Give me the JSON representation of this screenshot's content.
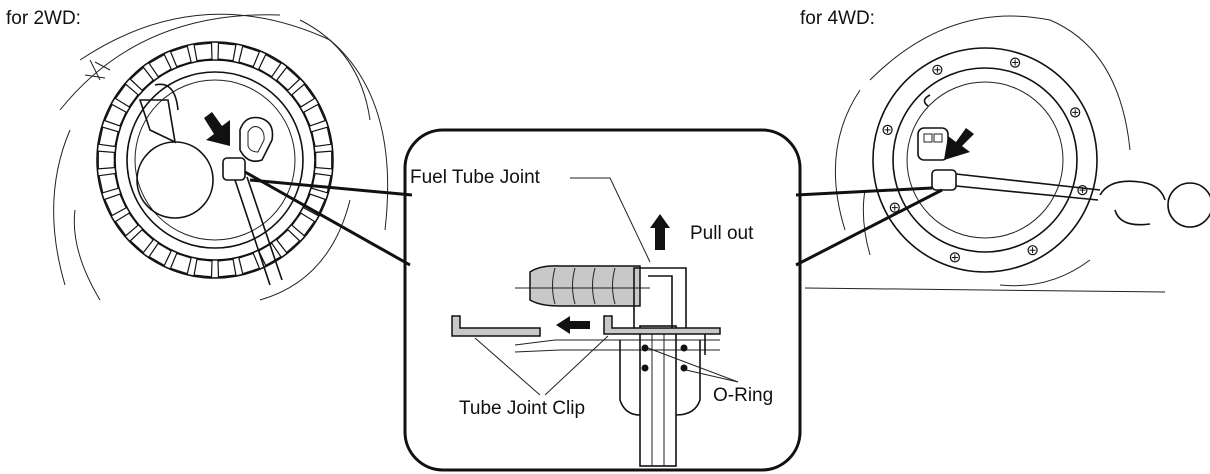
{
  "labels": {
    "left_title": "for 2WD:",
    "right_title": "for 4WD:",
    "fuel_tube_joint": "Fuel Tube Joint",
    "pull_out": "Pull out",
    "tube_joint_clip": "Tube Joint Clip",
    "o_ring": "O-Ring"
  },
  "icons": {
    "push_arrow": "black-block-arrow-icon",
    "direction_arrow": "black-arrow-icon"
  },
  "colors": {
    "line": "#111111",
    "fill": "#c8c8c8",
    "background": "#ffffff"
  }
}
